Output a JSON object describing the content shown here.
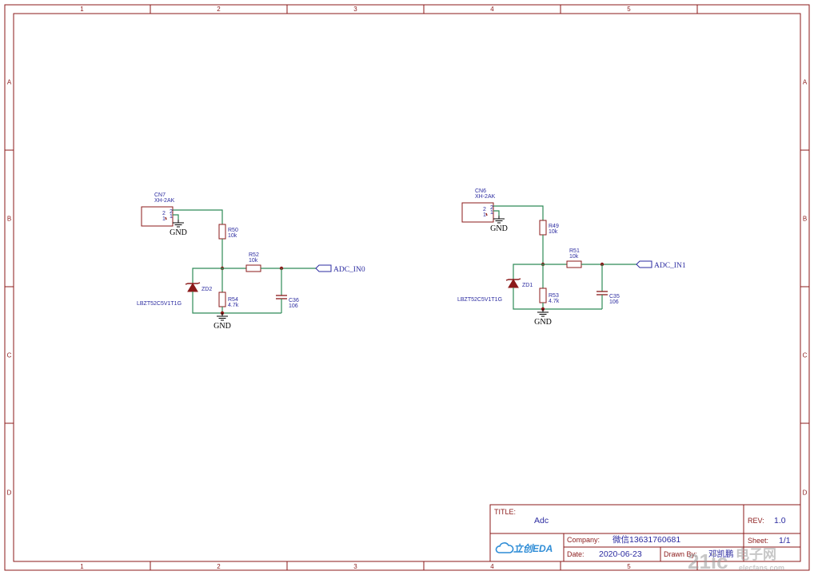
{
  "sheet": {
    "column_labels": [
      "1",
      "2",
      "3",
      "4",
      "5"
    ],
    "row_labels": [
      "A",
      "B",
      "C",
      "D"
    ],
    "colors": {
      "border": "#8b1a1a",
      "wire": "#2e8b57",
      "part": "#8b1a1a",
      "text": "#2b2ba0"
    }
  },
  "circuits": [
    {
      "connector": {
        "ref": "CN7",
        "value": "XH-2AK",
        "pin_a": "2",
        "pin_b": "1",
        "pin_a_right": "2",
        "pin_b_right": "1"
      },
      "gnd_top": "GND",
      "gnd_bottom": "GND",
      "r_top": {
        "ref": "R50",
        "value": "10k"
      },
      "r_series": {
        "ref": "R52",
        "value": "10k"
      },
      "r_bottom": {
        "ref": "R54",
        "value": "4.7k"
      },
      "zener": {
        "ref": "ZD2",
        "value": "LBZT52C5V1T1G"
      },
      "capacitor": {
        "ref": "C36",
        "value": "106"
      },
      "net": "ADC_IN0"
    },
    {
      "connector": {
        "ref": "CN6",
        "value": "XH-2AK",
        "pin_a": "2",
        "pin_b": "1",
        "pin_a_right": "2",
        "pin_b_right": "1"
      },
      "gnd_top": "GND",
      "gnd_bottom": "GND",
      "r_top": {
        "ref": "R49",
        "value": "10k"
      },
      "r_series": {
        "ref": "R51",
        "value": "10k"
      },
      "r_bottom": {
        "ref": "R53",
        "value": "4.7k"
      },
      "zener": {
        "ref": "ZD1",
        "value": "LBZT52C5V1T1G"
      },
      "capacitor": {
        "ref": "C35",
        "value": "106"
      },
      "net": "ADC_IN1"
    }
  ],
  "title_block": {
    "title_label": "TITLE:",
    "title": "Adc",
    "rev_label": "REV:",
    "rev": "1.0",
    "company_label": "Company:",
    "company": "微信13631760681",
    "sheet_label": "Sheet:",
    "sheet": "1/1",
    "date_label": "Date:",
    "date": "2020-06-23",
    "drawn_label": "Drawn By:",
    "drawn_by": "邓凯鹏",
    "logo": "立创EDA",
    "logo_icon": "cloud-icon"
  },
  "watermark": {
    "text": "电子网",
    "subtext": "elecfans.com",
    "prefix": "21ic"
  }
}
